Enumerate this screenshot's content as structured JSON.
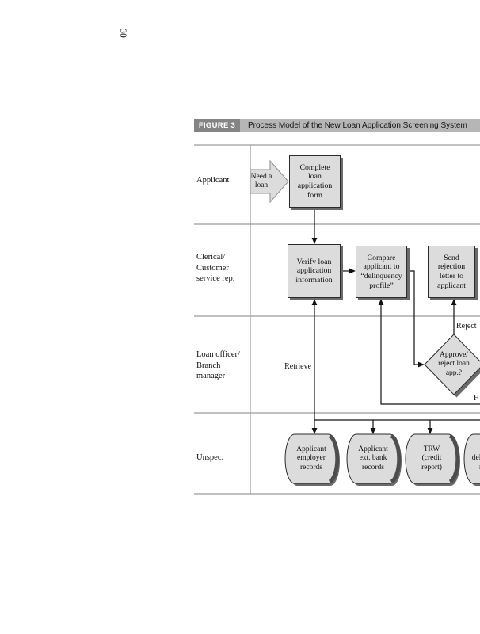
{
  "page_number": "30",
  "figure_header": {
    "label": "FIGURE 3",
    "title": "Process Model of the New Loan Application Screening System"
  },
  "lanes": [
    {
      "label": "Applicant"
    },
    {
      "label": "Clerical/\nCustomer\nservice rep."
    },
    {
      "label": "Loan officer/\nBranch\nmanager"
    },
    {
      "label": "Unspec."
    }
  ],
  "nodes": {
    "need_loan": "Need a\nloan",
    "complete_form": "Complete\nloan\napplication\nform",
    "verify_info": "Verify loan\napplication\ninformation",
    "compare_profile": "Compare\napplicant to\n“delinquency\nprofile”",
    "send_rejection": "Send\nrejection\nletter to\napplicant",
    "decision": "Approve/\nreject loan\napp.?"
  },
  "data_stores": [
    {
      "label": "Applicant\nemployer\nrecords"
    },
    {
      "label": "Applicant\next. bank\nrecords"
    },
    {
      "label": "TRW\n(credit\nreport)"
    },
    {
      "label": "Loan\ndelinquency\nrecords"
    }
  ],
  "flow_labels": {
    "reject": "Reject",
    "retrieve": "Retrieve",
    "edge_partial": "F"
  },
  "colors": {
    "header_badge": "#848484",
    "header_bar": "#b6b6b6",
    "shape_fill": "#dcdcdc",
    "shape_border": "#2b2b2b",
    "shadow": "#6b6b6b",
    "grid_line": "#9a9a9a",
    "flow_line": "#111111"
  }
}
